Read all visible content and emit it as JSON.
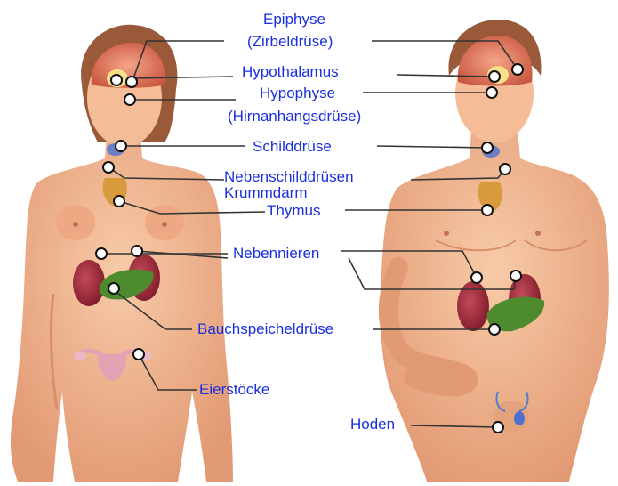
{
  "labels": {
    "epiphyse": "Epiphyse",
    "zirbeldruese": "(Zirbeldrüse)",
    "hypothalamus": "Hypothalamus",
    "hypophyse": "Hypophyse",
    "hirnanhangsdruese": "(Hirnanhangsdrüse)",
    "schilddruese": "Schilddrüse",
    "nebenschilddruesen": "Nebenschilddrüsen",
    "krummdarm": "Krummdarm",
    "thymus": "Thymus",
    "nebennieren": "Nebennieren",
    "bauchspeicheldruese": "Bauchspeicheldrüse",
    "eierstoecke": "Eierstöcke",
    "hoden": "Hoden"
  },
  "colors": {
    "label_text": "#1a2fe0",
    "leader_line": "#333333",
    "skin": "#f2b690",
    "skin_shadow": "#d98e6a",
    "brain": "#e07a5f",
    "adrenal_kidney": "#9c2a3a",
    "pancreas": "#4e8a2e",
    "thyroid": "#6d7fc4",
    "thymus": "#d89a3a",
    "uterus": "#e4a3b4",
    "marker_fill": "#ffffff",
    "marker_stroke": "#111111"
  }
}
